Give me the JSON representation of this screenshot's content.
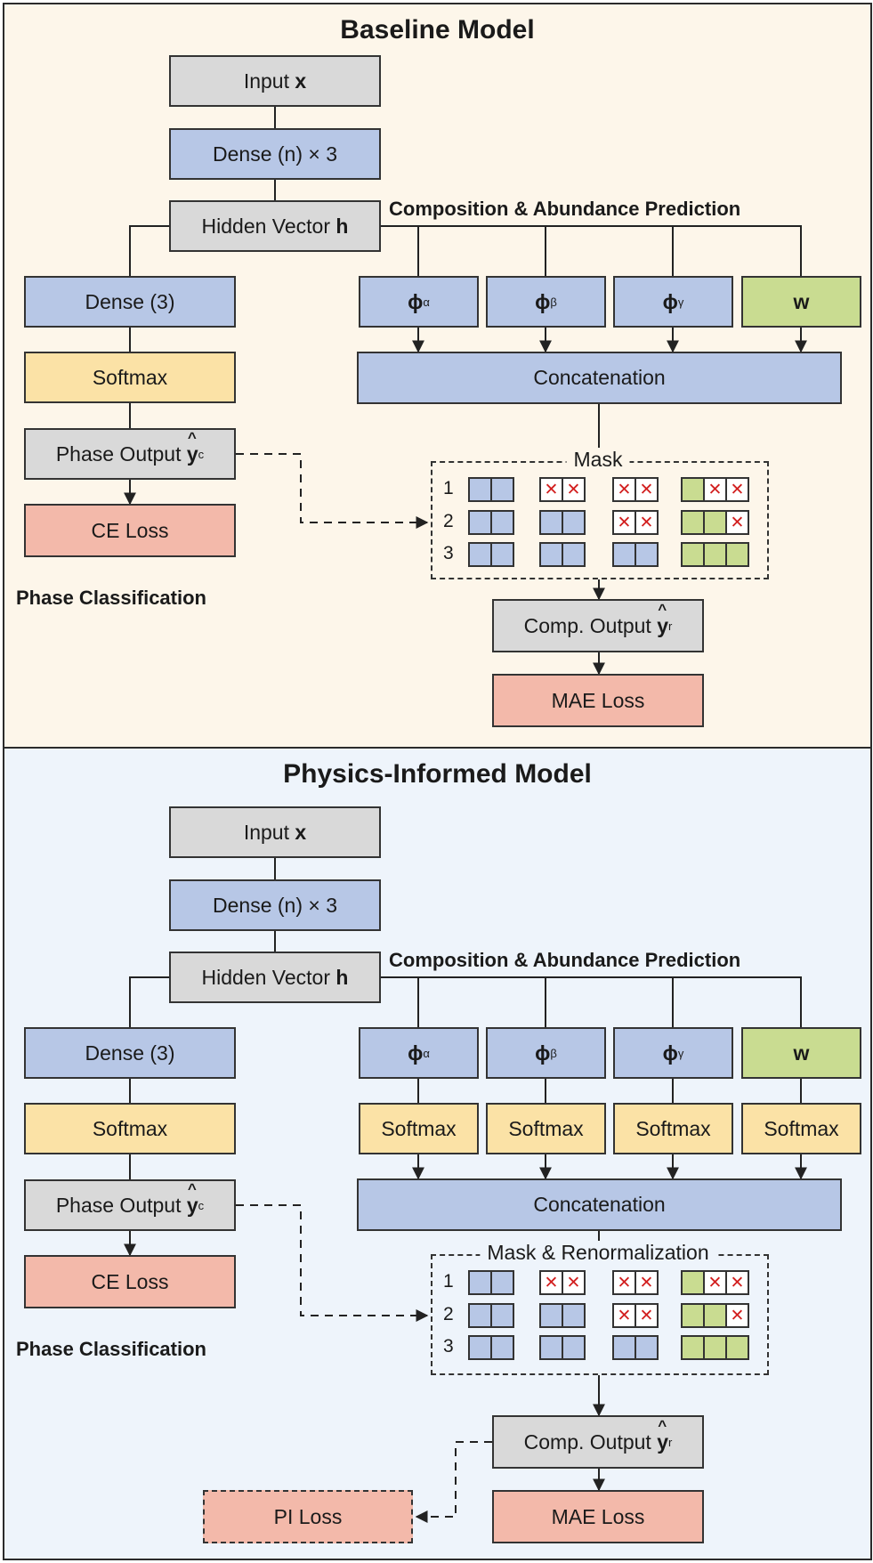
{
  "baseline": {
    "title": "Baseline Model",
    "input": {
      "text": "Input ",
      "var": "x"
    },
    "dense_stack": "Dense (n) × 3",
    "hidden": {
      "text": "Hidden Vector ",
      "var": "h"
    },
    "composition_label": "Composition & Abundance Prediction",
    "dense3": "Dense (3)",
    "softmax": "Softmax",
    "phase_output": {
      "text": "Phase Output ",
      "var": "y",
      "sub": "c"
    },
    "ce_loss": "CE Loss",
    "phase_classification": "Phase Classification",
    "heads": [
      {
        "sym": "ϕ",
        "sup": "α",
        "color": "blue"
      },
      {
        "sym": "ϕ",
        "sup": "β",
        "color": "blue"
      },
      {
        "sym": "ϕ",
        "sup": "γ",
        "color": "blue"
      },
      {
        "sym": "w",
        "sup": "",
        "color": "green"
      }
    ],
    "concatenation": "Concatenation",
    "mask_title": "Mask",
    "mask_rows": [
      "1",
      "2",
      "3"
    ],
    "comp_output": {
      "text": "Comp. Output ",
      "var": "y",
      "sub": "r"
    },
    "mae_loss": "MAE Loss"
  },
  "physics": {
    "title": "Physics-Informed Model",
    "input": {
      "text": "Input ",
      "var": "x"
    },
    "dense_stack": "Dense (n) × 3",
    "hidden": {
      "text": "Hidden Vector ",
      "var": "h"
    },
    "composition_label": "Composition & Abundance Prediction",
    "dense3": "Dense (3)",
    "softmax": "Softmax",
    "phase_output": {
      "text": "Phase Output ",
      "var": "y",
      "sub": "c"
    },
    "ce_loss": "CE Loss",
    "phase_classification": "Phase Classification",
    "heads": [
      {
        "sym": "ϕ",
        "sup": "α",
        "color": "blue"
      },
      {
        "sym": "ϕ",
        "sup": "β",
        "color": "blue"
      },
      {
        "sym": "ϕ",
        "sup": "γ",
        "color": "blue"
      },
      {
        "sym": "w",
        "sup": "",
        "color": "green"
      }
    ],
    "head_softmax": [
      "Softmax",
      "Softmax",
      "Softmax",
      "Softmax"
    ],
    "concatenation": "Concatenation",
    "mask_title": "Mask & Renormalization",
    "mask_rows": [
      "1",
      "2",
      "3"
    ],
    "comp_output": {
      "text": "Comp. Output ",
      "var": "y",
      "sub": "r"
    },
    "mae_loss": "MAE Loss",
    "pi_loss": "PI Loss"
  },
  "mask_pattern": [
    [
      [
        0,
        0
      ],
      [
        1,
        1
      ],
      [
        1,
        1
      ],
      [
        0,
        1,
        1
      ]
    ],
    [
      [
        0,
        0
      ],
      [
        0,
        0
      ],
      [
        1,
        1
      ],
      [
        0,
        0,
        1
      ]
    ],
    [
      [
        0,
        0
      ],
      [
        0,
        0
      ],
      [
        0,
        0
      ],
      [
        0,
        0,
        0
      ]
    ]
  ],
  "colors": {
    "baseline_bg": "#fdf6ea",
    "physics_bg": "#eef4fb",
    "blue": "#b7c7e6",
    "green": "#c9dc91",
    "yellow": "#fbe2a6",
    "red": "#f3b9aa",
    "gray": "#d9d9d9",
    "cross": "#d21f1f"
  }
}
